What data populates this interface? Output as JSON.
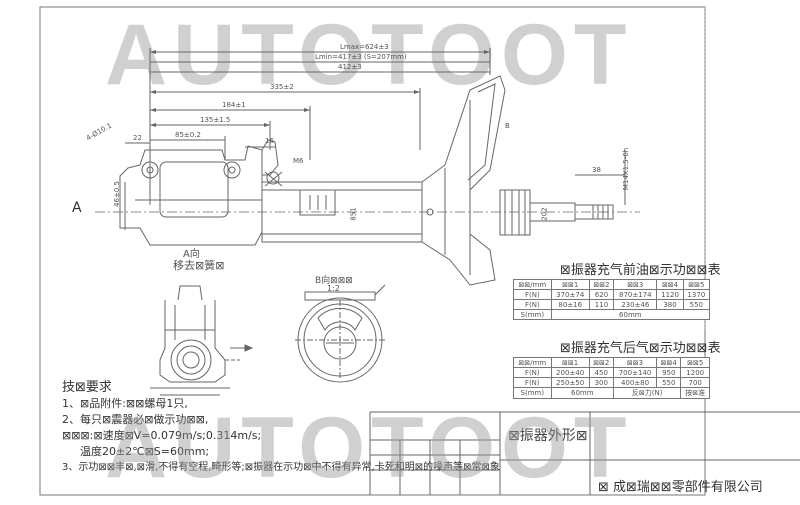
{
  "watermark": {
    "text": "AUTOTOOT"
  },
  "drawing": {
    "view_a_label": "A",
    "dims": {
      "lmax": "Lmax=624±3",
      "lmin": "Lmin=417±3 (S=207mm)",
      "d412": "412±3",
      "d335": "335±2",
      "d184": "184±1",
      "d135": "135±1.5",
      "d85": "85±0.2",
      "d22": "22",
      "d16": "16",
      "d46": "46±0.5",
      "d38": "38",
      "thread": "M14X1.5-6h",
      "d851": "851",
      "d202": "202",
      "b_dim": "B",
      "angle": "4-Ø10.1",
      "mb": "M6",
      "v12": "1:2"
    },
    "view_labels": {
      "a_view": "A向",
      "a_view_sub": "移去⊠簧⊠",
      "b_view": "B向⊠⊠⊠",
      "b_scale": "1:2"
    }
  },
  "table_front": {
    "title": "⊠振器充气前油⊠示功⊠⊠表",
    "rows": [
      [
        "⊠⊠/mm",
        "⊠⊠1",
        "⊠⊠2",
        "⊠⊠3",
        "⊠⊠4",
        "⊠⊠5"
      ],
      [
        "F(N)",
        "370±74",
        "620",
        "870±174",
        "1120",
        "1370"
      ],
      [
        "F(N)",
        "80±16",
        "110",
        "230±46",
        "380",
        "550"
      ],
      [
        "S(mm)",
        "60mm"
      ]
    ]
  },
  "table_after": {
    "title": "⊠振器充气后气⊠示功⊠⊠表",
    "rows": [
      [
        "⊠⊠/mm",
        "⊠⊠1",
        "⊠⊠2",
        "⊠⊠3",
        "⊠⊠4",
        "⊠⊠5"
      ],
      [
        "F(N)",
        "200±40",
        "450",
        "700±140",
        "950",
        "1200"
      ],
      [
        "F(N)",
        "250±50",
        "300",
        "400±80",
        "550",
        "700"
      ],
      [
        "S(mm)",
        "60mm",
        "反⊠力(N)",
        "按⊠准"
      ]
    ]
  },
  "notes": {
    "heading": "技⊠要求",
    "lines": [
      "1、⊠品附件:⊠⊠螺母1只,",
      "2、每只⊠震器必⊠做示功⊠⊠,",
      "⊠⊠⊠:⊠速度⊠V=0.079m/s;0.314m/s;",
      "温度20±2℃⊠S=60mm;",
      "3、示功⊠⊠丰⊠,⊠滑,不得有空程,畸形等;⊠振器在示功⊠中不得有异常,卡死和明⊠的噪声等⊠常⊠象"
    ]
  },
  "title_block": {
    "part_name": "⊠振器外形⊠",
    "company": "⊠ 成⊠瑞⊠⊠零部件有限公司"
  }
}
